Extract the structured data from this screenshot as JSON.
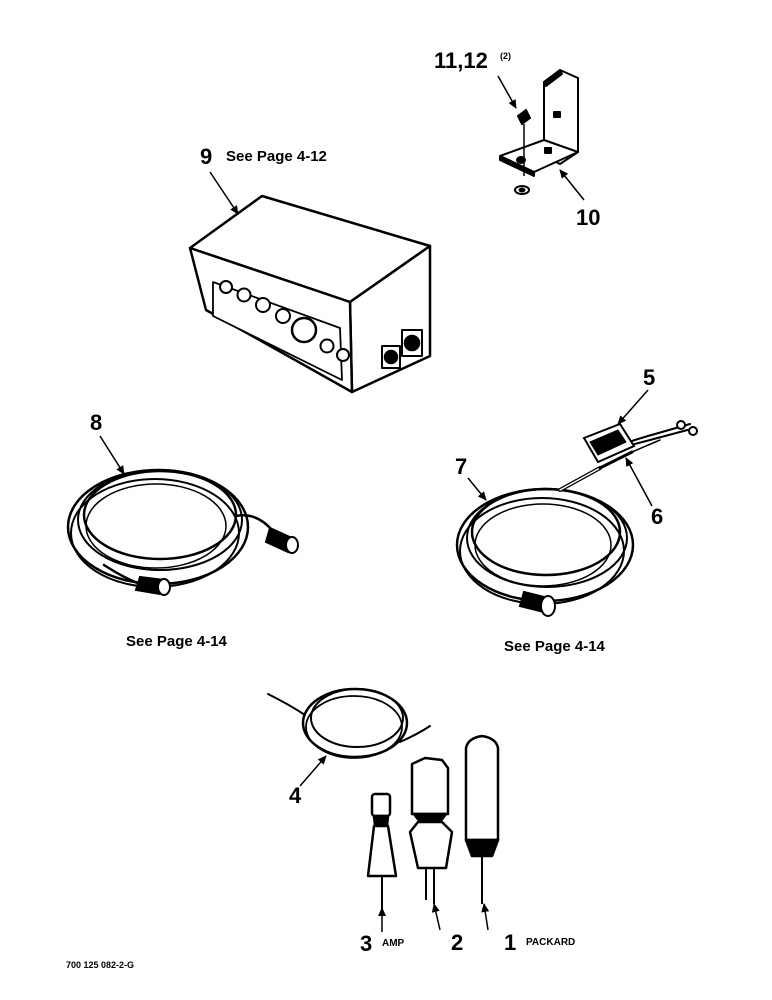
{
  "callouts": {
    "c1": "1",
    "c2": "2",
    "c3": "3",
    "c4": "4",
    "c5": "5",
    "c6": "6",
    "c7": "7",
    "c8": "8",
    "c9": "9",
    "c10": "10",
    "c11_12": "11,12",
    "qty_11_12": "(2)"
  },
  "notes": {
    "see_4_12": "See Page 4-12",
    "see_4_14_left": "See Page 4-14",
    "see_4_14_right": "See Page 4-14",
    "packard": "PACKARD",
    "amp": "AMP"
  },
  "figure_id": "700 125 082-2-G"
}
